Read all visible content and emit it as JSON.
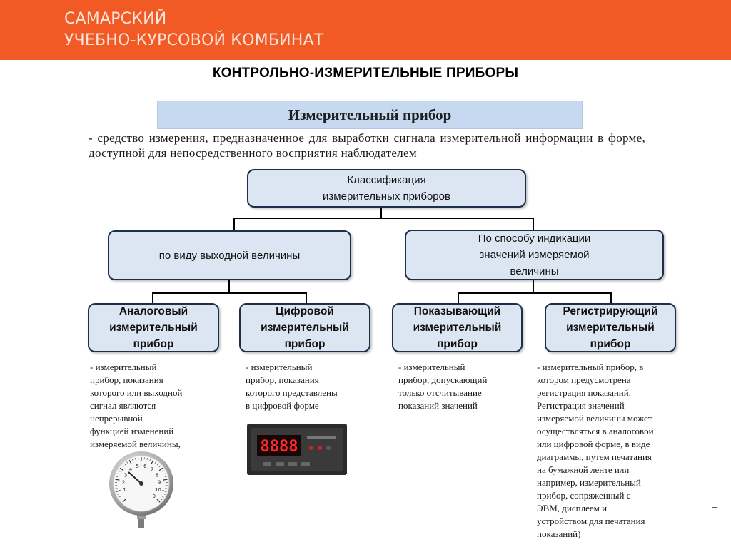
{
  "header": {
    "brand_line1": "САМАРСКИЙ",
    "brand_line2": "УЧЕБНО-КУРСОВОЙ КОМБИНАТ",
    "color": "#f15a24"
  },
  "slide_title": "КОНТРОЛЬНО-ИЗМЕРИТЕЛЬНЫЕ ПРИБОРЫ",
  "definition": {
    "term": "Измерительный прибор",
    "text": "- средство измерения, предназначенное для выработки сигнала измерительной информации в форме, доступной для непосредственного восприятия наблюдателем"
  },
  "diagram": {
    "root": {
      "line1": "Классификация",
      "line2": "измерительных приборов"
    },
    "groups": [
      {
        "line1": "по виду выходной величины"
      },
      {
        "line1": "По способу индикации",
        "line2": "значений измеряемой",
        "line3": "величины"
      }
    ],
    "types": [
      {
        "line1": "Аналоговый",
        "line2": "измерительный",
        "line3": "прибор"
      },
      {
        "line1": "Цифровой",
        "line2": "измерительный",
        "line3": "прибор"
      },
      {
        "line1": "Показывающий",
        "line2": "измерительный",
        "line3": "прибор"
      },
      {
        "line1": "Регистрирующий",
        "line2": "измерительный",
        "line3": "прибор"
      }
    ],
    "descriptions": [
      [
        "- измерительный",
        "прибор, показания",
        "которого или выходной",
        "сигнал являются",
        "непрерывной",
        "функцией изменений",
        "измеряемой величины,"
      ],
      [
        "- измерительный",
        "прибор, показания",
        "которого представлены",
        "в цифровой форме"
      ],
      [
        "- измерительный",
        "прибор, допускающий",
        "только отсчитывание",
        "показаний значений"
      ],
      [
        "- измерительный прибор, в",
        "котором предусмотрена",
        "регистрация показаний.",
        "Регистрация значений",
        "измеряемой величины может",
        "осуществляться в аналоговой",
        "или цифровой форме, в виде",
        "диаграммы, путем печатания",
        "на бумажной  ленте   или",
        "например, измерительный",
        "прибор, сопряженный с",
        "ЭВМ, дисплеем и",
        "устройством для печатания",
        "показаний)"
      ]
    ]
  },
  "illustrations": {
    "gauge_icon": "pressure-gauge",
    "gauge_scale": [
      "1",
      "2",
      "3",
      "4",
      "5",
      "6",
      "7",
      "8",
      "9",
      "10",
      "0"
    ],
    "panel_meter_icon": "digital-panel-meter",
    "panel_meter_display": "8888"
  },
  "colors": {
    "node_fill": "#dce6f2",
    "node_border": "#1f2f4a",
    "banner_fill": "#c6d9f1"
  }
}
